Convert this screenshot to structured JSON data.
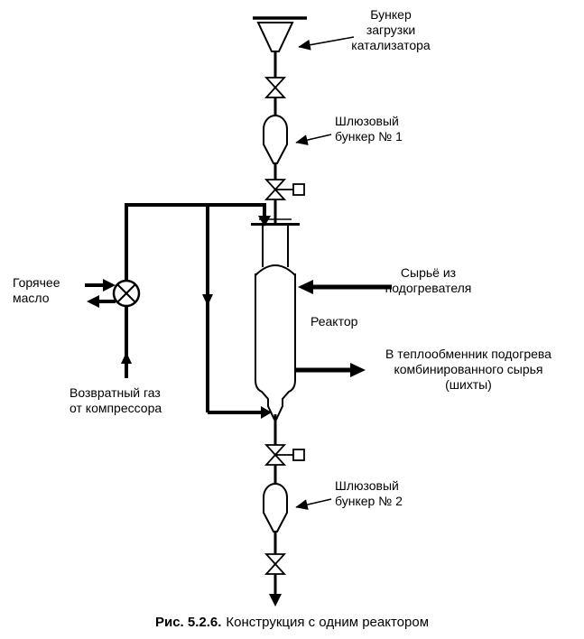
{
  "colors": {
    "line": "#000000",
    "background": "#ffffff"
  },
  "labels": {
    "catalyst_hopper": "Бункер\nзагрузки\nкатализатора",
    "lock_hopper_1": "Шлюзовый\nбункер № 1",
    "feed": "Сырьё из\nподогревателя",
    "reactor": "Реактор",
    "outlet": "В теплообменник подогрева\nкомбинированного сырья\n(шихты)",
    "hot_oil": "Горячее\nмасло",
    "return_gas": "Возвратный газ\nот компрессора",
    "lock_hopper_2": "Шлюзовый\nбункер № 2"
  },
  "caption": {
    "figure": "Рис. 5.2.6.",
    "title": "Конструкция с одним реактором"
  }
}
